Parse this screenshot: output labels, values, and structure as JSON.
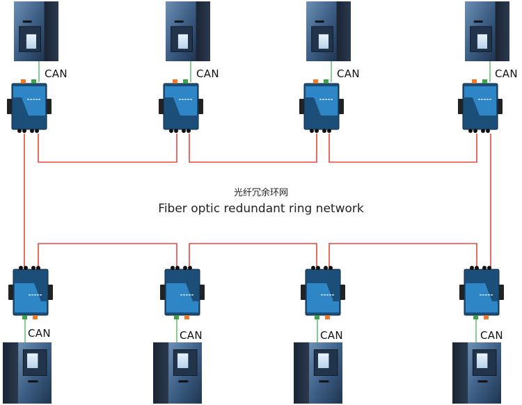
{
  "diagram": {
    "title_cn": "光纤冗余环网",
    "title_en": "Fiber optic redundant ring network",
    "colors": {
      "fiber": "#e8463f",
      "can": "#5cbf6b",
      "switch_body": "#1b4f7a",
      "switch_panel": "#2f86c6",
      "cabinet": "#2c3e55"
    },
    "top_row": [
      {
        "id": "node-top-1",
        "link_label": "CAN"
      },
      {
        "id": "node-top-2",
        "link_label": "CAN"
      },
      {
        "id": "node-top-3",
        "link_label": "CAN"
      },
      {
        "id": "node-top-4",
        "link_label": "CAN"
      }
    ],
    "bottom_row": [
      {
        "id": "node-bottom-1",
        "link_label": "CAN"
      },
      {
        "id": "node-bottom-2",
        "link_label": "CAN"
      },
      {
        "id": "node-bottom-3",
        "link_label": "CAN"
      },
      {
        "id": "node-bottom-4",
        "link_label": "CAN"
      }
    ]
  }
}
